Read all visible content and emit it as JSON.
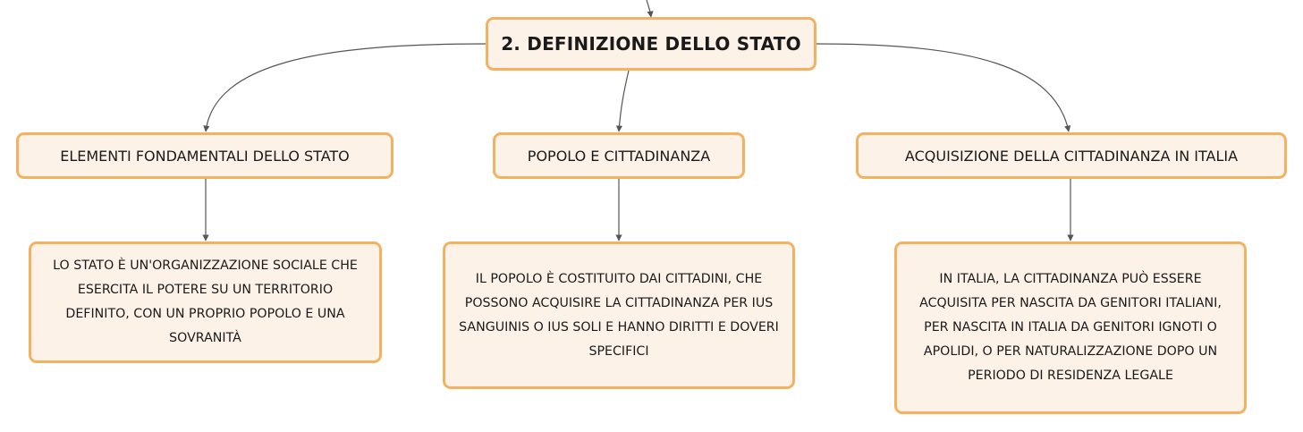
{
  "root": {
    "label": "2. DEFINIZIONE DELLO STATO"
  },
  "branches": [
    {
      "label": "ELEMENTI FONDAMENTALI DELLO STATO",
      "detail": "LO STATO È UN'ORGANIZZAZIONE SOCIALE CHE ESERCITA IL POTERE SU UN TERRITORIO DEFINITO, CON UN PROPRIO POPOLO E UNA SOVRANITÀ"
    },
    {
      "label": "POPOLO E CITTADINANZA",
      "detail": "IL POPOLO È COSTITUITO DAI CITTADINI, CHE POSSONO ACQUISIRE LA CITTADINANZA PER IUS SANGUINIS O IUS SOLI E HANNO DIRITTI E DOVERI SPECIFICI"
    },
    {
      "label": "ACQUISIZIONE DELLA CITTADINANZA IN ITALIA",
      "detail": "IN ITALIA, LA CITTADINANZA PUÒ ESSERE ACQUISITA PER NASCITA DA GENITORI ITALIANI, PER NASCITA IN ITALIA DA GENITORI IGNOTI O APOLIDI, O PER NATURALIZZAZIONE DOPO UN PERIODO DI RESIDENZA LEGALE"
    }
  ],
  "colors": {
    "node_fill": "#fdf2e7",
    "node_border": "#f2b262",
    "connector": "#555555"
  }
}
